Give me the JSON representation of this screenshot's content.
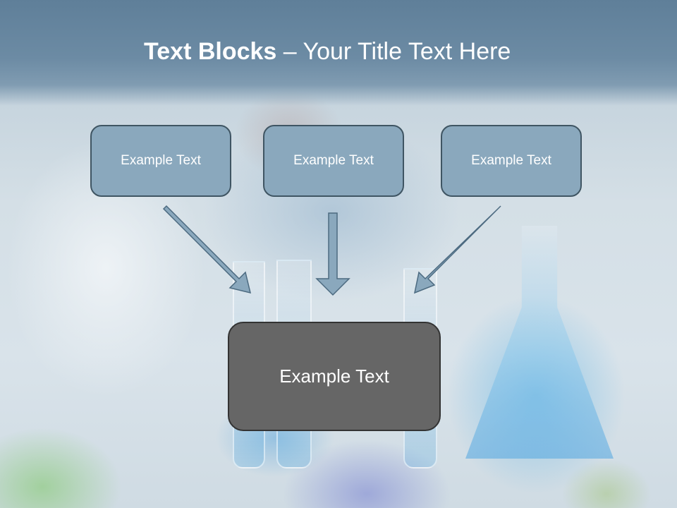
{
  "title": {
    "bold": "Text Blocks",
    "dash": " – ",
    "rest": "Your Title Text Here"
  },
  "boxes": {
    "top": [
      "Example Text",
      "Example Text",
      "Example Text"
    ],
    "bottom": "Example Text"
  },
  "colors": {
    "title_band": "#6586a0",
    "small_box_fill": "#8aa8bd",
    "small_box_border": "#3f5563",
    "big_box_fill": "#666666",
    "arrow_fill": "#8aa8bd"
  }
}
